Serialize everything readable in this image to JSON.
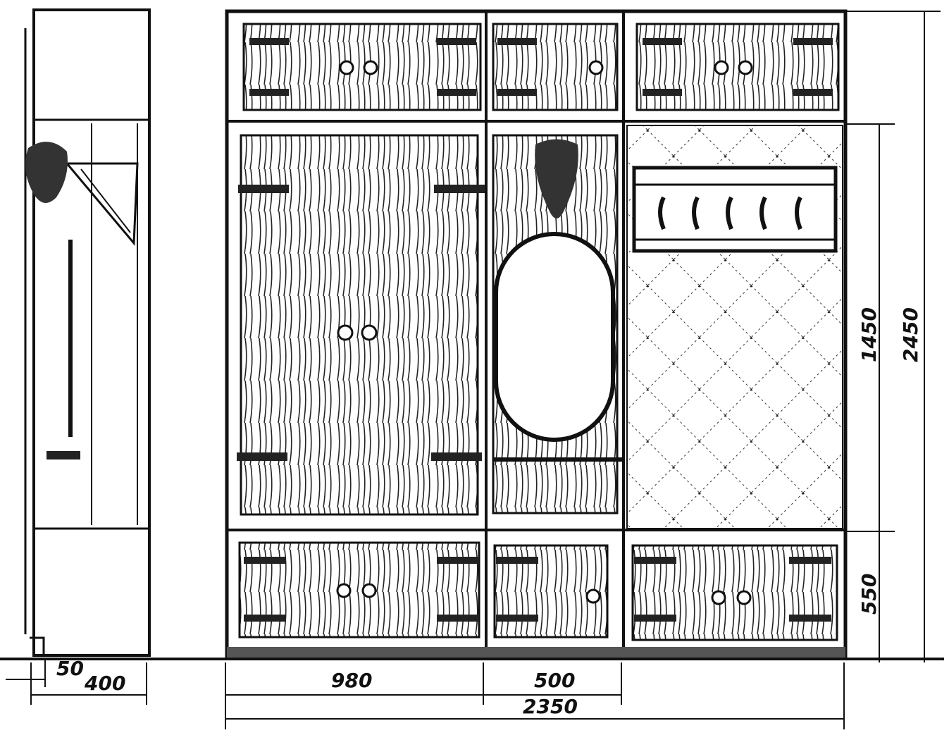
{
  "dimensions": {
    "side_offset": "50",
    "side_depth": "400",
    "left_section_width": "980",
    "middle_section_width": "500",
    "total_width": "2350",
    "middle_height": "1450",
    "lower_height": "550",
    "total_height": "2450"
  },
  "colors": {
    "ink": "#111111",
    "paper": "#ffffff",
    "floor": "#555555"
  },
  "icons": [
    "hinge-icon",
    "ring-handle-icon",
    "coat-hook-icon",
    "mirror-ornament-icon",
    "shelf-bracket-icon"
  ]
}
